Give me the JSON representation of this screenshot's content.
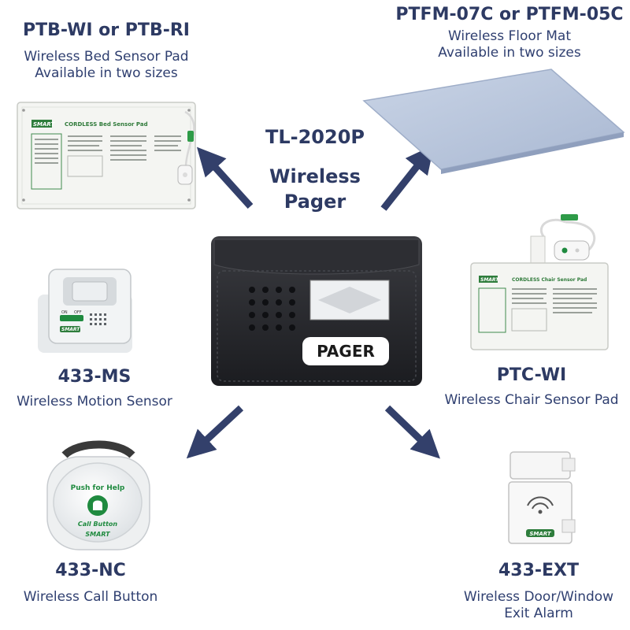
{
  "center": {
    "title": "TL-2020P",
    "line1": "Wireless",
    "line2": "Pager",
    "device_badge": "PAGER"
  },
  "products": {
    "bed": {
      "model": "PTB-WI or PTB-RI",
      "line1": "Wireless Bed Sensor Pad",
      "line2": "Available in two sizes",
      "pad_title": "CORDLESS Bed Sensor Pad"
    },
    "floor": {
      "model": "PTFM-07C or PTFM-05C",
      "line1": "Wireless Floor Mat",
      "line2": "Available in two sizes"
    },
    "motion": {
      "model": "433-MS",
      "line1": "Wireless Motion Sensor",
      "switch_on": "ON",
      "switch_off": "OFF"
    },
    "chair": {
      "model": "PTC-WI",
      "line1": "Wireless Chair Sensor Pad",
      "pad_title": "CORDLESS Chair Sensor Pad"
    },
    "call": {
      "model": "433-NC",
      "line1": "Wireless Call Button",
      "face_top": "Push for Help",
      "face_bottom": "Call Button",
      "brand": "SMART"
    },
    "exit": {
      "model": "433-EXT",
      "line1": "Wireless Door/Window",
      "line2": "Exit Alarm"
    }
  },
  "brand_logo": "SMART",
  "colors": {
    "arrow": "#33406b",
    "text": "#2d3a63",
    "mat": "#b9c6dc",
    "pager": "#26272b",
    "green": "#1f8a3f"
  }
}
